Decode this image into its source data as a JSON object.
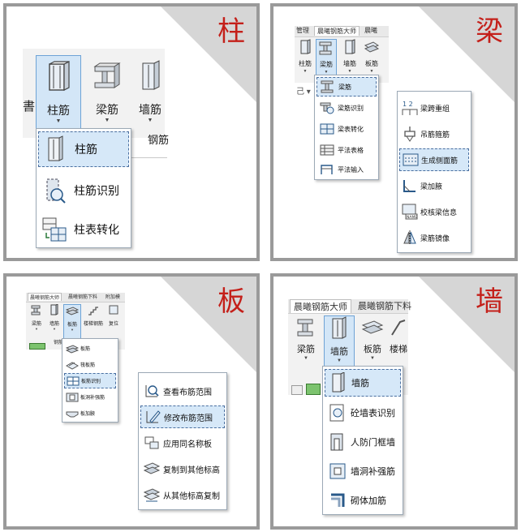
{
  "p1": {
    "corner_label": "柱",
    "left_char": "書",
    "buttons": [
      "柱筋",
      "梁筋",
      "墙筋"
    ],
    "group_label": "钢筋",
    "menu": [
      "柱筋",
      "柱筋识别",
      "柱表转化"
    ]
  },
  "p2": {
    "corner_label": "梁",
    "tabs": [
      "管理",
      "晨曦钢筋大师",
      "晨曦"
    ],
    "buttons": [
      "柱筋",
      "梁筋",
      "墙筋",
      "板筋"
    ],
    "menu": [
      "梁筋",
      "梁筋识别",
      "梁表转化",
      "平法表格",
      "平法输入"
    ],
    "submenu": [
      "梁跨重组",
      "吊筋箍筋",
      "生成侧面筋",
      "梁加腋",
      "校核梁信息",
      "梁筋镜像"
    ],
    "tiny_icon_text": "NAME",
    "numbers": "1 2"
  },
  "p3": {
    "corner_label": "板",
    "tabs": [
      "晨曦钢筋大师",
      "晨曦钢筋下料",
      "附加模"
    ],
    "buttons": [
      "梁筋",
      "墙筋",
      "板筋",
      "楼梯钢筋",
      "复位"
    ],
    "group_label": "钢筋",
    "menu": [
      "板筋",
      "筏板筋",
      "板筋识别",
      "板洞补强筋",
      "板加腋"
    ],
    "submenu": [
      "查看布筋范围",
      "修改布筋范围",
      "应用同名称板",
      "复制到其他标高",
      "从其他标高复制"
    ]
  },
  "p4": {
    "corner_label": "墙",
    "tabs": [
      "晨曦钢筋大师",
      "晨曦钢筋下料"
    ],
    "buttons": [
      "梁筋",
      "墙筋",
      "板筋",
      "楼梯"
    ],
    "menu": [
      "墙筋",
      "砼墙表识别",
      "人防门框墙",
      "墙洞补强筋",
      "砌体加筋"
    ]
  }
}
